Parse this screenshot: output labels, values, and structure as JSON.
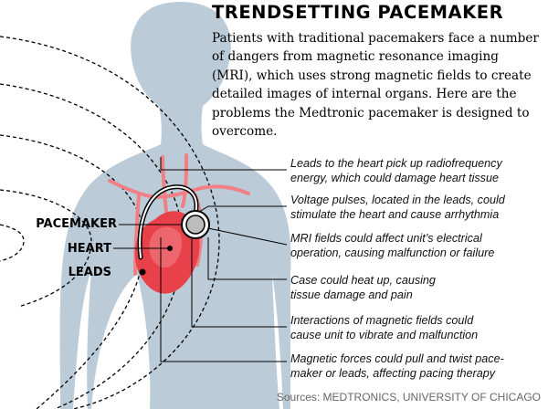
{
  "title": "TRENDSETTING PACEMAKER",
  "intro": "Patients with traditional pacemakers face a number of dangers from magnetic resonance imaging (MRI), which uses strong magnetic fields to create detailed images of internal organs. Here are the problems the Medtronic pacemaker is designed to overcome.",
  "labels": {
    "pacemaker": "PACEMAKER",
    "heart": "HEART",
    "leads": "LEADS"
  },
  "annotations": [
    {
      "line1": "Leads to the heart pick up radiofrequency",
      "line2": "energy, which could damage heart tissue"
    },
    {
      "line1": "Voltage pulses, located in the leads, could",
      "line2": "stimulate the heart and cause arrhythmia"
    },
    {
      "line1": "MRI fields could affect unit’s electrical",
      "line2": "operation, causing malfunction or failure"
    },
    {
      "line1": "Case could heat up, causing",
      "line2": "tissue damage and pain"
    },
    {
      "line1": "Interactions of magnetic fields could",
      "line2": "cause unit to vibrate and malfunction"
    },
    {
      "line1": "Magnetic forces could pull and twist pace-",
      "line2": "maker or leads, affecting pacing therapy"
    }
  ],
  "source": "Sources: MEDTRONICS, UNIVERSITY OF CHICAGO",
  "colors": {
    "body": "#bccbd8",
    "heart": "#e8414a",
    "vessels": "#f07f86",
    "field_lines": "#000000",
    "device": "#bdbdbd"
  }
}
